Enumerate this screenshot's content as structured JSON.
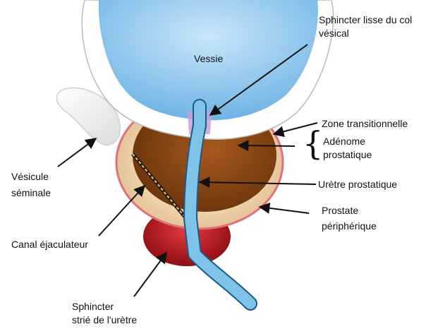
{
  "labels": {
    "vessie": "Vessie",
    "sphincter_lisse_1": "Sphincter lisse du col",
    "sphincter_lisse_2": "vésical",
    "zone_transitionnelle": "Zone transitionnelle",
    "adenome_1": "Adénome",
    "adenome_2": "prostatique",
    "urethre_prostatique": "Urètre prostatique",
    "prostate_1": "Prostate",
    "prostate_2": "périphérique",
    "vesicule_1": "Vésicule",
    "vesicule_2": "séminale",
    "canal": "Canal éjaculateur",
    "sphincter_strie_1": "Sphincter",
    "sphincter_strie_2": "strié de l'urètre"
  },
  "brace_glyph": "{",
  "colors": {
    "bladder": "#8ec3ea",
    "bladder_wall": "#ffffff",
    "peripheral": "#eac9a0",
    "transition": "#7a3f10",
    "transition_center": "#a0541a",
    "capsule_outline": "#e0707a",
    "urethra": "#7fc3e8",
    "sphincter_red": "#c0151e",
    "vesicle": "#ffffff",
    "arrow": "#111111"
  }
}
